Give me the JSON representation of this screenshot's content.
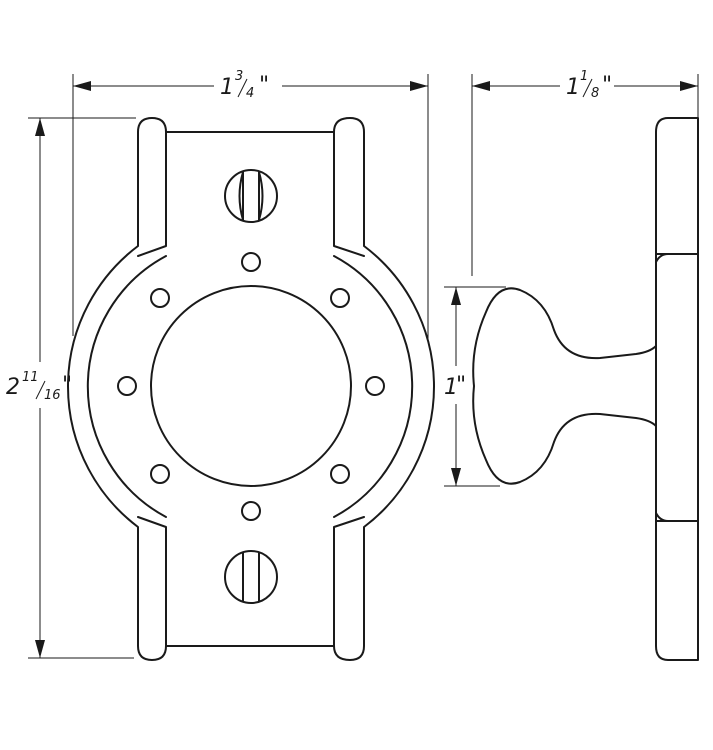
{
  "dimensions": {
    "width": {
      "whole": "1",
      "num": "3",
      "den": "4",
      "unit": "\""
    },
    "depth": {
      "whole": "1",
      "num": "1",
      "den": "8",
      "unit": "\""
    },
    "height": {
      "whole": "2",
      "num": "11",
      "den": "16",
      "unit": "\""
    },
    "knob_diameter": {
      "whole": "1",
      "unit": "\""
    }
  }
}
